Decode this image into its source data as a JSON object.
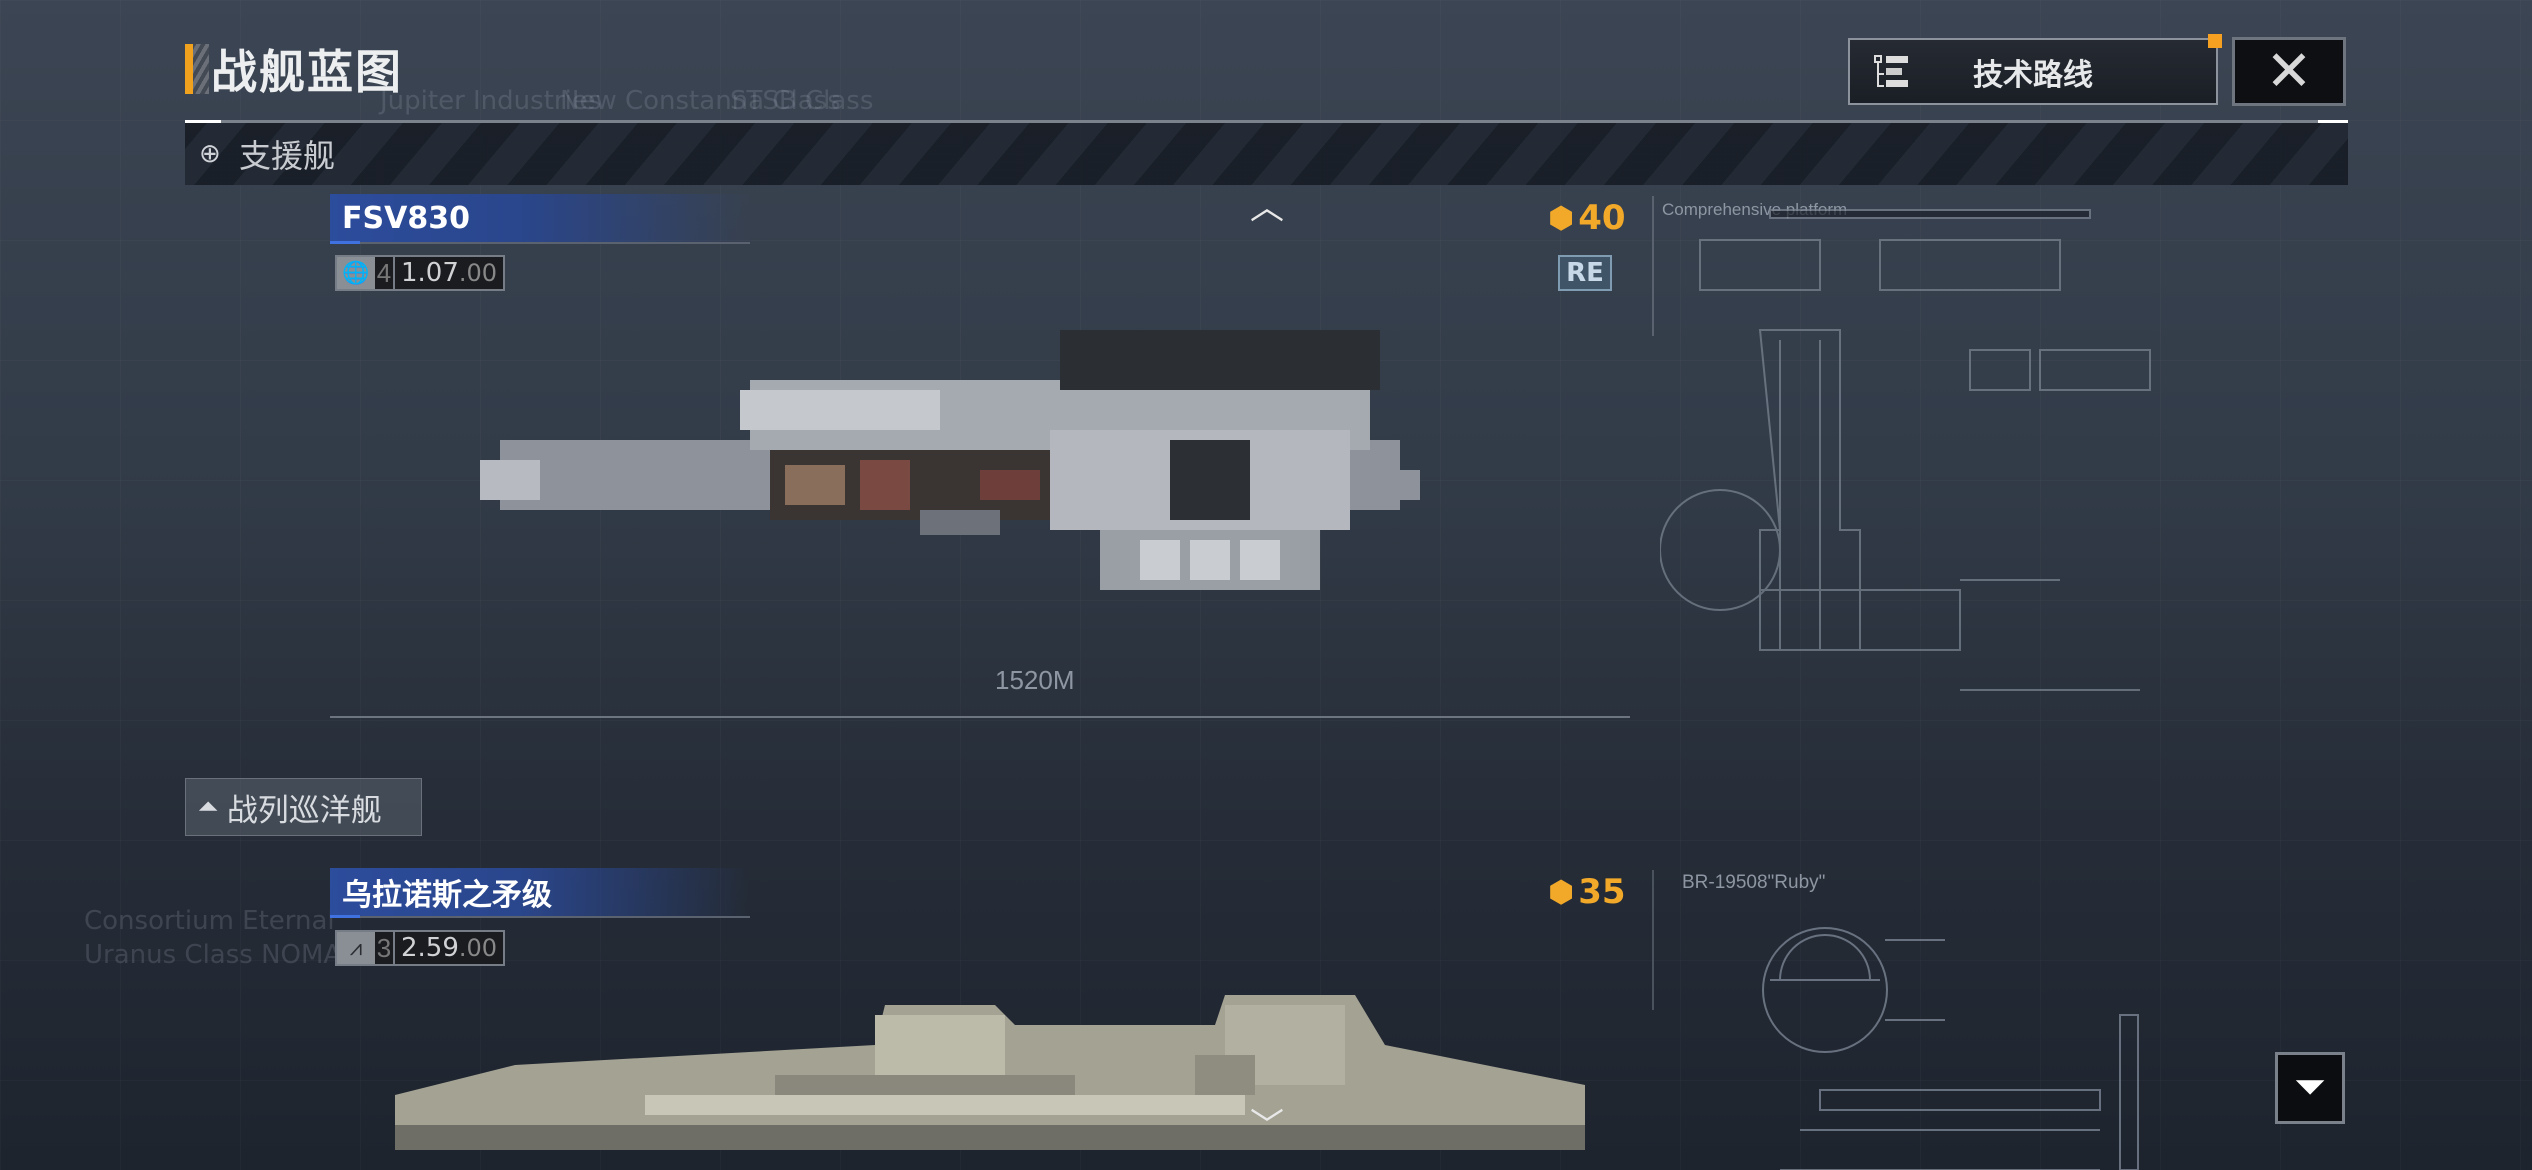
{
  "header": {
    "title": "战舰蓝图",
    "tech_route_label": "技术路线",
    "close_icon": "close-icon"
  },
  "categories": [
    {
      "label": "支援舰",
      "icon": "support-ship-icon"
    },
    {
      "label": "战列巡洋舰",
      "icon": "battlecruiser-icon"
    }
  ],
  "ships": [
    {
      "name": "FSV830",
      "stat_icon": "globe-icon",
      "level": "4",
      "value_main": "1.07",
      "value_sub": ".00",
      "cost": "40",
      "tag": "RE",
      "blueprint_label": "Comprehensive platform",
      "length_label": "1520M"
    },
    {
      "name": "乌拉诺斯之矛级",
      "stat_icon": "speed-icon",
      "level": "3",
      "value_main": "2.59",
      "value_sub": ".00",
      "cost": "35",
      "blueprint_label": "BR-19508\"Ruby\""
    }
  ],
  "background_labels": [
    "Jupiter Industries",
    "New Constanna Class",
    "STSB Class",
    "Consortium Eternal",
    "Uranus Class NOMA"
  ],
  "colors": {
    "accent": "#f0a21e",
    "banner": "#2c4c9c",
    "cost": "#f2a92a"
  }
}
